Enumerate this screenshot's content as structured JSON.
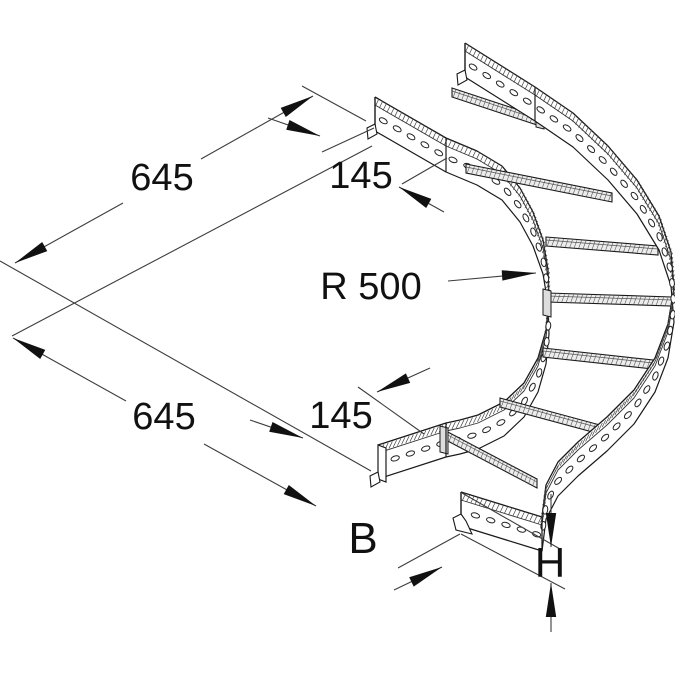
{
  "figure": {
    "background": "#ffffff",
    "ink": "#1a1a1a",
    "labels": {
      "len_top": "645",
      "tan_top": "145",
      "len_bottom": "645",
      "tan_bottom": "145",
      "radius": "R 500",
      "width": "B",
      "height": "H"
    }
  }
}
